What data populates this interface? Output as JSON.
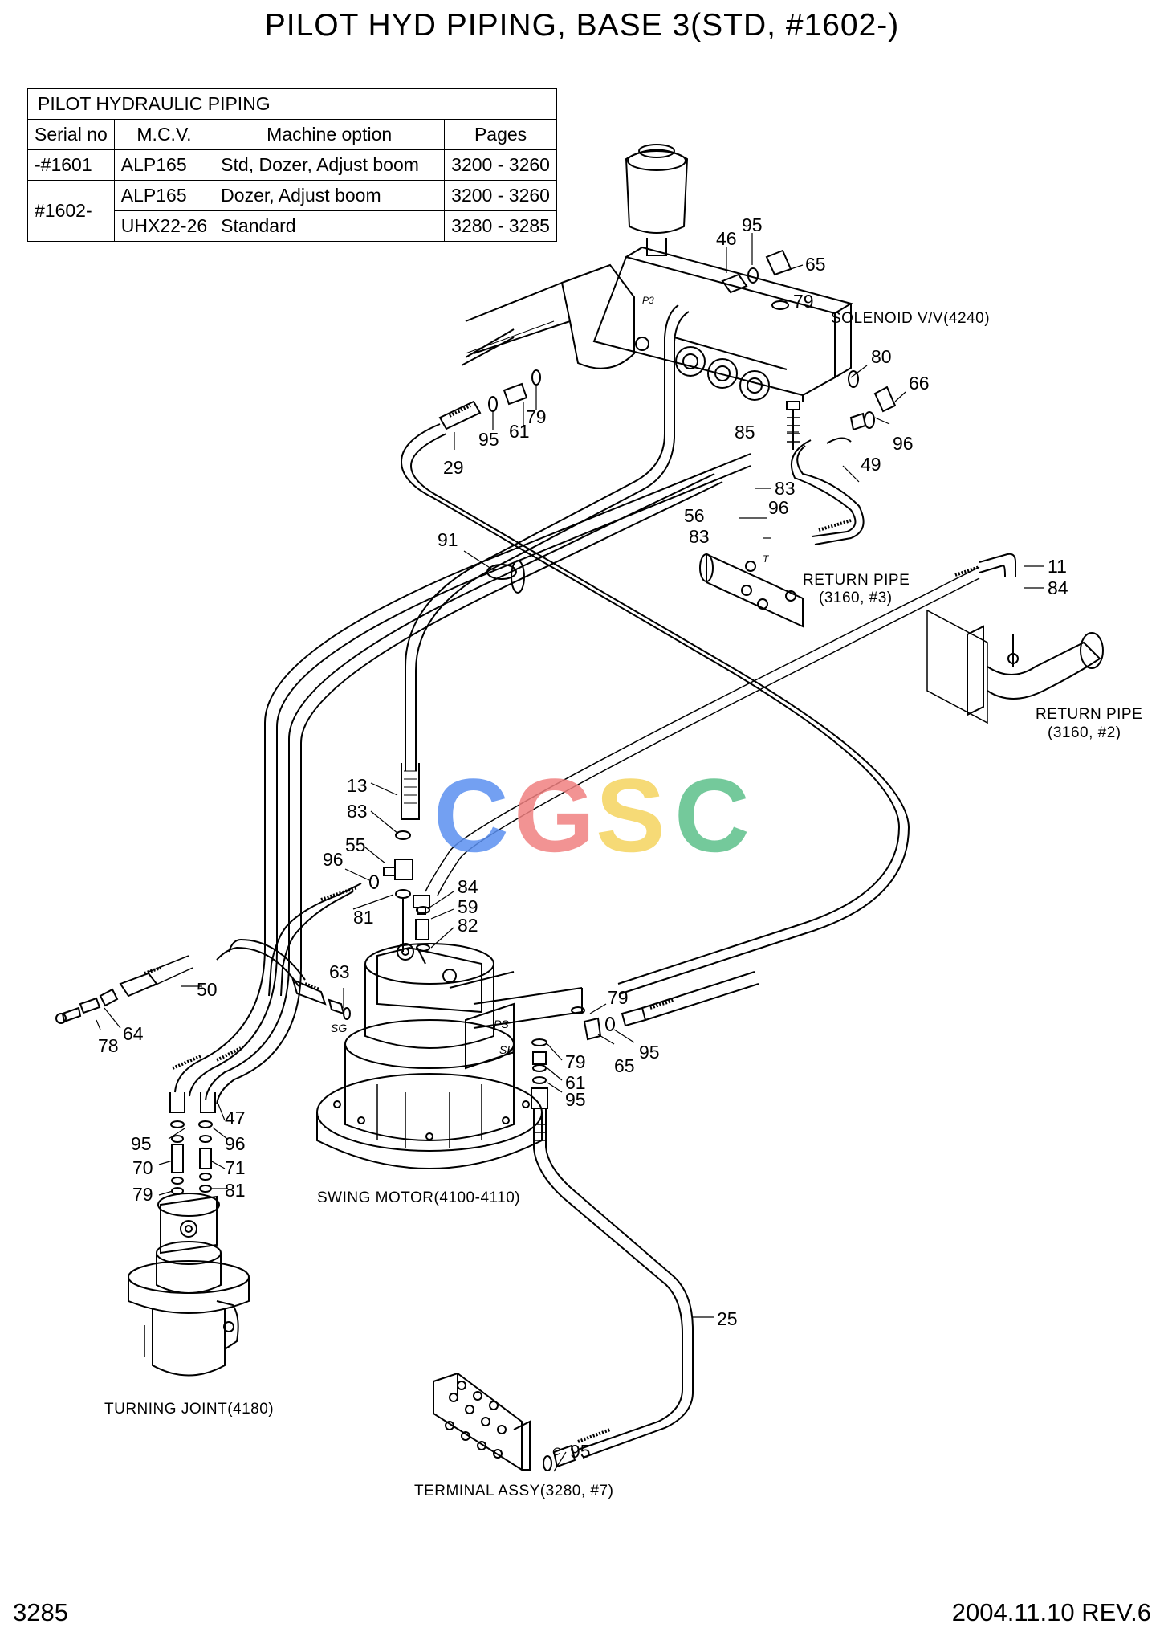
{
  "title": "PILOT HYD PIPING, BASE 3(STD,  #1602-)",
  "table": {
    "caption": "PILOT HYDRAULIC PIPING",
    "headers": [
      "Serial no",
      "M.C.V.",
      "Machine option",
      "Pages"
    ],
    "rows": [
      {
        "serial": "-#1601",
        "mcv": "ALP165",
        "option": "Std, Dozer, Adjust boom",
        "pages": "3200 - 3260"
      },
      {
        "serial": "#1602-",
        "mcv": "ALP165",
        "option": "Dozer, Adjust boom",
        "pages": "3200 - 3260"
      },
      {
        "serial": "",
        "mcv": "UHX22-26",
        "option": "Standard",
        "pages": "3280 - 3285"
      }
    ]
  },
  "watermark": "CGSC",
  "component_labels": {
    "solenoid": "SOLENOID V/V(4240)",
    "return_pipe_1": "RETURN PIPE",
    "return_pipe_1_ref": "(3160, #3)",
    "return_pipe_2": "RETURN PIPE",
    "return_pipe_2_ref": "(3160, #2)",
    "swing_motor": "SWING MOTOR(4100-4110)",
    "turning_joint": "TURNING JOINT(4180)",
    "terminal": "TERMINAL ASSY(3280, #7)"
  },
  "port_marks": {
    "sg": "SG",
    "ps": "PS",
    "sh": "SH",
    "c": "C",
    "p3": "P3",
    "t": "T"
  },
  "callouts": {
    "c46": "46",
    "c95a": "95",
    "c65a": "65",
    "c79a": "79",
    "c80": "80",
    "c66": "66",
    "c96a": "96",
    "c85": "85",
    "c79b": "79",
    "c61a": "61",
    "c95b": "95",
    "c29": "29",
    "c49": "49",
    "c83a": "83",
    "c56": "56",
    "c96b": "96",
    "c83b": "83",
    "c91": "91",
    "c11": "11",
    "c84a": "84",
    "c13": "13",
    "c83c": "83",
    "c55": "55",
    "c96c": "96",
    "c81a": "81",
    "c84b": "84",
    "c59": "59",
    "c82": "82",
    "c63": "63",
    "c50": "50",
    "c64": "64",
    "c78": "78",
    "c79c": "79",
    "c65b": "65",
    "c95c": "95",
    "c79d": "79",
    "c61b": "61",
    "c95d": "95",
    "c47": "47",
    "c95e": "95",
    "c96d": "96",
    "c70": "70",
    "c71": "71",
    "c79e": "79",
    "c81b": "81",
    "c25": "25",
    "c95f": "95"
  },
  "footer": {
    "page": "3285",
    "date_rev": "2004.11.10  REV.6"
  },
  "watermark_colors": [
    "#5b8ff0",
    "#f08080",
    "#f4d35e",
    "#5cbf8a"
  ]
}
